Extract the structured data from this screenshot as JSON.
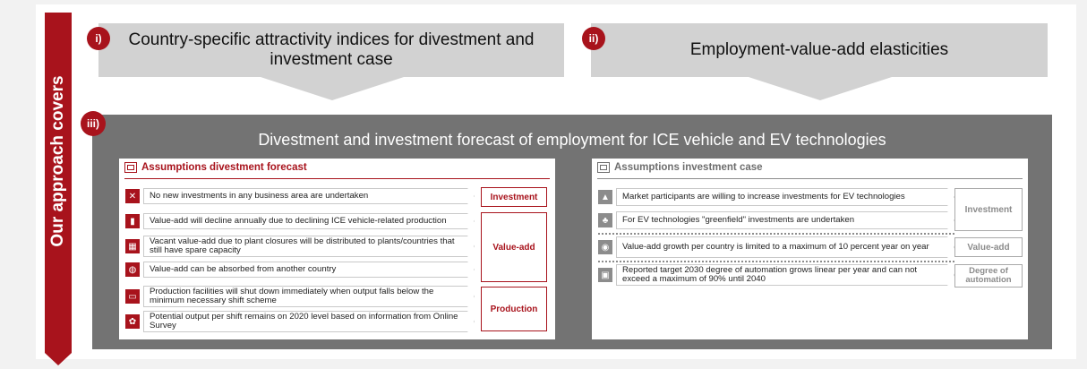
{
  "side_label": "Our approach covers",
  "box_i": {
    "badge": "i)",
    "title": "Country-specific attractivity indices for divestment and investment case"
  },
  "box_ii": {
    "badge": "ii)",
    "title": "Employment-value-add elasticities"
  },
  "box_iii": {
    "badge": "iii)",
    "title": "Divestment and investment forecast of employment for ICE vehicle and EV technologies"
  },
  "left_panel": {
    "heading": "Assumptions divestment forecast",
    "heading_icon": "document-icon",
    "rows": [
      {
        "icon": "no-investment-icon",
        "text": "No new investments in any business area are undertaken"
      },
      {
        "icon": "declining-bars-icon",
        "text": "Value-add will decline annually due to declining ICE vehicle-related production"
      },
      {
        "icon": "plant-closure-icon",
        "text": "Vacant value-add due to plant closures will be distributed to plants/countries that still have spare capacity"
      },
      {
        "icon": "globe-icon",
        "text": "Value-add can be absorbed from another country"
      },
      {
        "icon": "shutdown-icon",
        "text": "Production facilities will shut down immediately when output falls below the minimum necessary shift scheme"
      },
      {
        "icon": "survey-icon",
        "text": "Potential output per shift remains on 2020 level based on information from Online Survey"
      }
    ],
    "categories": [
      "Investment",
      "Value-add",
      "Production"
    ]
  },
  "right_panel": {
    "heading": "Assumptions investment case",
    "heading_icon": "document-icon",
    "rows": [
      {
        "icon": "growth-chart-icon",
        "text": "Market participants are willing to increase investments for EV technologies"
      },
      {
        "icon": "greenfield-icon",
        "text": "For EV technologies \"greenfield\" investments are undertaken"
      },
      {
        "icon": "limit-icon",
        "text": "Value-add growth per country is limited to a maximum of 10 percent year on year"
      },
      {
        "icon": "automation-icon",
        "text": "Reported target 2030 degree of automation grows linear per year and can not exceed a maximum of 90% until 2040"
      }
    ],
    "categories": [
      "Investment",
      "Value-add",
      "Degree of automation"
    ]
  },
  "colors": {
    "accent": "#a8131c",
    "banner": "#d2d2d2",
    "main_box": "#737373",
    "icon_grey": "#8c8c8c"
  }
}
